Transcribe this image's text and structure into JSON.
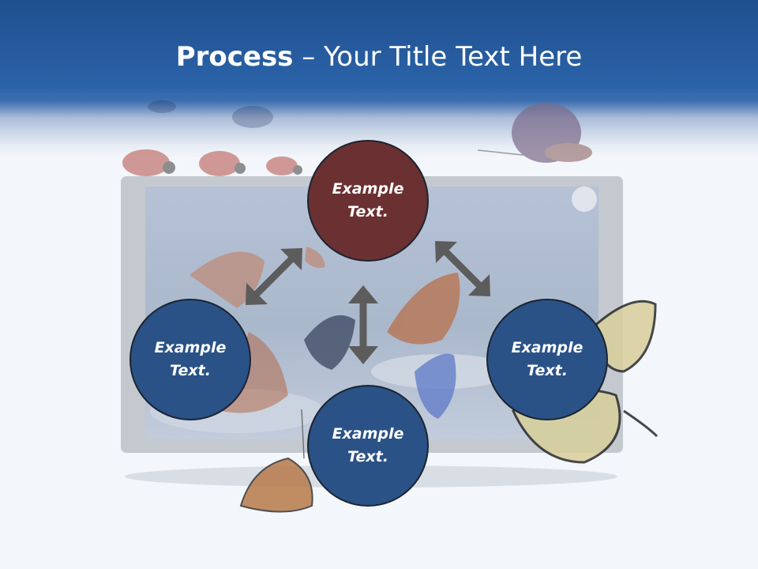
{
  "title": {
    "bold": "Process",
    "rest": " – Your Title Text Here"
  },
  "nodes": {
    "top": "Example\nText.",
    "left": "Example\nText.",
    "right": "Example\nText.",
    "bottom": "Example\nText."
  },
  "colors": {
    "header": "#2b63a8",
    "node_blue": "#2a5287",
    "node_red": "#6b3031",
    "arrow": "#5c5c5c"
  }
}
